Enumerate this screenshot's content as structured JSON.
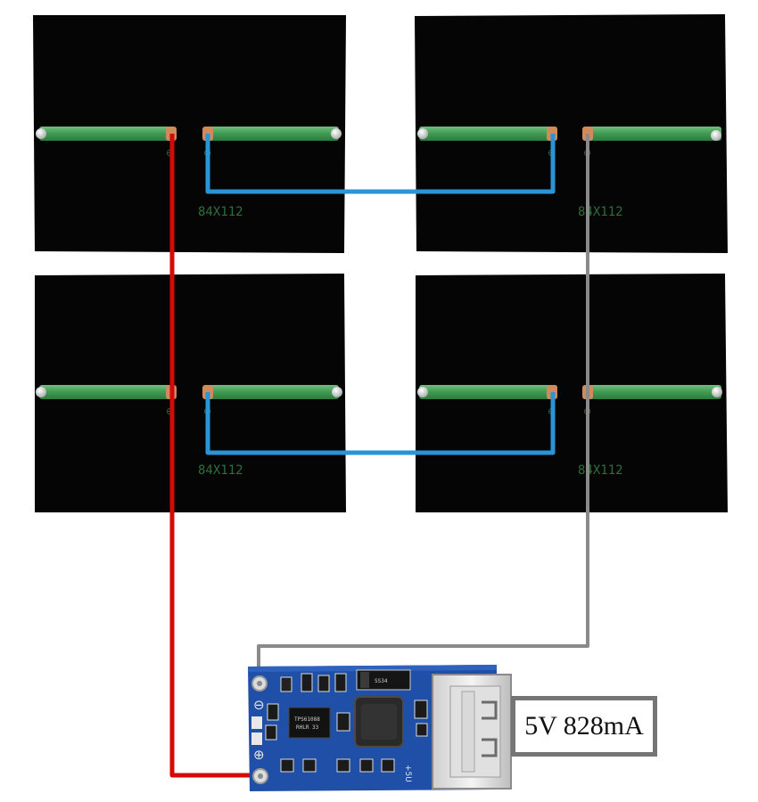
{
  "panels": [
    {
      "label": "84X112",
      "minus_symbol": "⊖",
      "plus_symbol": "⊕"
    },
    {
      "label": "84X112",
      "minus_symbol": "⊖",
      "plus_symbol": "⊕"
    },
    {
      "label": "84X112",
      "minus_symbol": "⊖",
      "plus_symbol": "⊕"
    },
    {
      "label": "84X112",
      "minus_symbol": "⊖",
      "plus_symbol": "⊕"
    }
  ],
  "module": {
    "plus_label": "⊕",
    "minus_label": "⊖",
    "out_label": "+5U"
  },
  "readout": "5V 828mA",
  "colors": {
    "panel": "#050505",
    "bus_bar": "#3f9a52",
    "positive_wire": "#d40a0a",
    "series_link_wire": "#2b94d4",
    "negative_wire": "#8a8a8a",
    "pcb": "#1f4fa6",
    "readout_border": "#757575"
  }
}
